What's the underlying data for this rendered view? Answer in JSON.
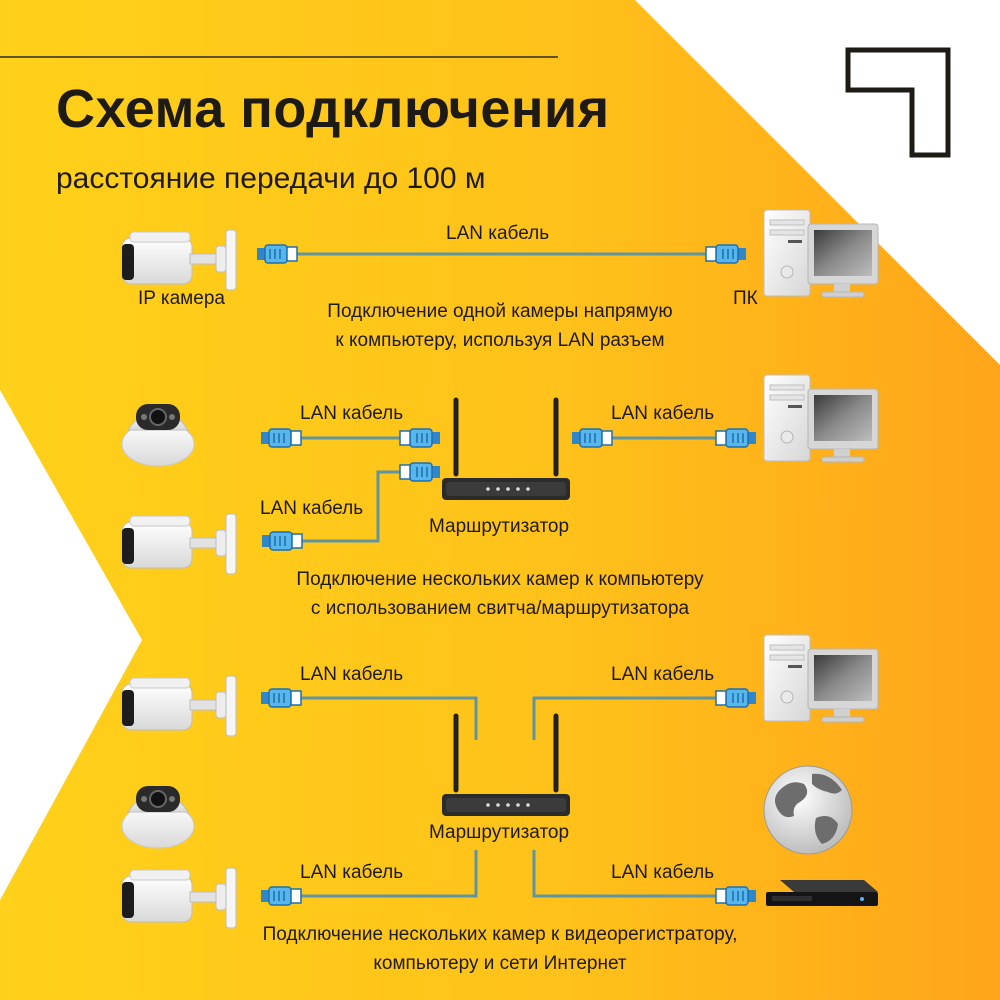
{
  "header": {
    "title": "Схема подключения",
    "subtitle": "расстояние передачи до 100 м"
  },
  "colors": {
    "background_left": "#ffd11a",
    "background_right": "#ffa51a",
    "text": "#1e1b16",
    "cable": "#5f95a2",
    "connector": "#2f86c9"
  },
  "section1": {
    "cable_label": "LAN кабель",
    "camera_label": "IP камера",
    "pc_label": "ПК",
    "caption_line1": "Подключение одной камеры напрямую",
    "caption_line2": "к компьютеру, используя LAN разъем"
  },
  "section2": {
    "cable_label_camera1": "LAN кабель",
    "cable_label_camera2": "LAN кабель",
    "cable_label_pc": "LAN кабель",
    "router_label": "Маршрутизатор",
    "caption_line1": "Подключение нескольких  камер к компьютеру",
    "caption_line2": "с использованием свитча/маршрутизатора"
  },
  "section3": {
    "cable_label_camera_top": "LAN кабель",
    "cable_label_pc": "LAN кабель",
    "cable_label_camera_bottom": "LAN кабель",
    "cable_label_dvr": "LAN кабель",
    "router_label": "Маршрутизатор",
    "caption_line1": "Подключение нескольких  камер к видеорегистратору,",
    "caption_line2": "компьютеру и сети Интернет"
  },
  "icons": [
    "bullet-camera-icon",
    "dome-camera-icon",
    "desktop-pc-icon",
    "wifi-router-icon",
    "globe-icon",
    "video-recorder-icon",
    "rj45-connector-icon",
    "corner-logo-icon"
  ]
}
